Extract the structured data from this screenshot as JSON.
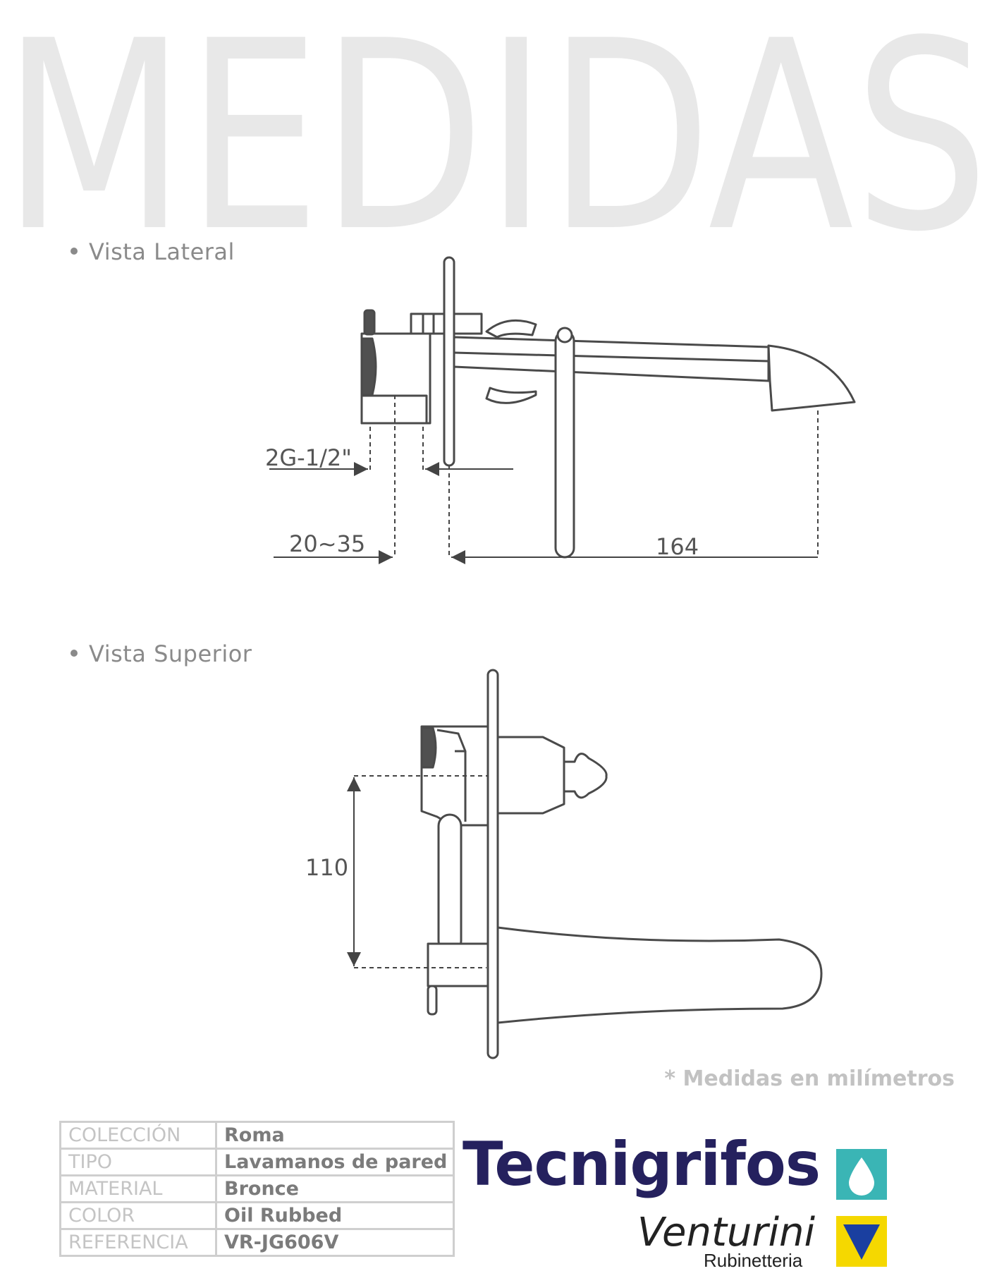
{
  "page": {
    "title": "MEDIDAS",
    "views": {
      "lateral": "Vista Lateral",
      "superior": "Vista Superior"
    },
    "dimensions": {
      "thread": "2G-1/2\"",
      "wall_range": "20~35",
      "spout_length": "164",
      "handle_offset": "110"
    },
    "note": "* Medidas en milímetros"
  },
  "specs": [
    {
      "key": "COLECCIÓN",
      "value": "Roma"
    },
    {
      "key": "TIPO",
      "value": "Lavamanos de pared"
    },
    {
      "key": "MATERIAL",
      "value": "Bronce"
    },
    {
      "key": "COLOR",
      "value": "Oil Rubbed"
    },
    {
      "key": "REFERENCIA",
      "value": "VR-JG606V"
    }
  ],
  "logo": {
    "brand": "Tecnigrifos",
    "sub_brand": "Venturini",
    "tagline": "Rubinetteria",
    "colors": {
      "navy": "#25215e",
      "teal": "#3ab5b5",
      "yellow": "#f5d800",
      "blue": "#1a3fa0"
    }
  }
}
